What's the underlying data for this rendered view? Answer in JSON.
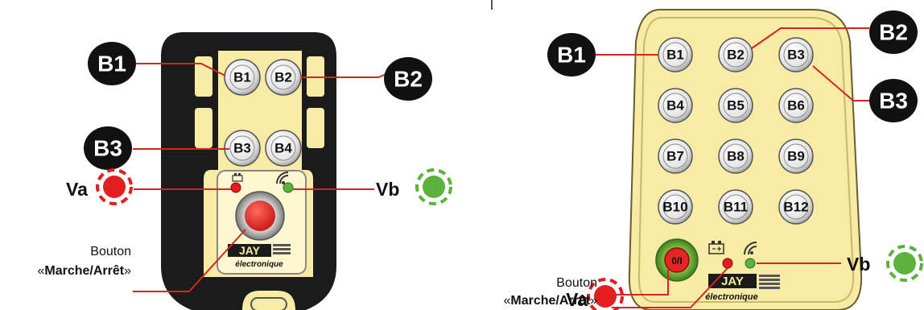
{
  "left_remote": {
    "buttons": [
      "B1",
      "B2",
      "B3",
      "B4"
    ],
    "callouts": [
      "B1",
      "B2",
      "B3"
    ],
    "indicator_a": "Va",
    "indicator_b": "Vb",
    "power_label_line1": "Bouton",
    "power_label_line2": "Marche/Arrêt",
    "brand": "JAY",
    "brand_sub": "électronique"
  },
  "right_remote": {
    "buttons": [
      "B1",
      "B2",
      "B3",
      "B4",
      "B5",
      "B6",
      "B7",
      "B8",
      "B9",
      "B10",
      "B11",
      "B12"
    ],
    "callouts": [
      "B1",
      "B2",
      "B3"
    ],
    "indicator_a": "Va",
    "indicator_b": "Vb",
    "power_label_line1": "Bouton",
    "power_label_line2": "Marche/Arrêt",
    "power_button_text": "0/I",
    "brand": "JAY",
    "brand_sub": "électronique"
  },
  "colors": {
    "remote_body": "#f7eba6",
    "remote_frame": "#1b1b1b",
    "callout_line": "#d62424",
    "led_red": "#e41e1e",
    "led_green": "#5bb33d",
    "stop_button": "#e52424"
  },
  "icons": [
    "battery-icon",
    "signal-icon"
  ]
}
